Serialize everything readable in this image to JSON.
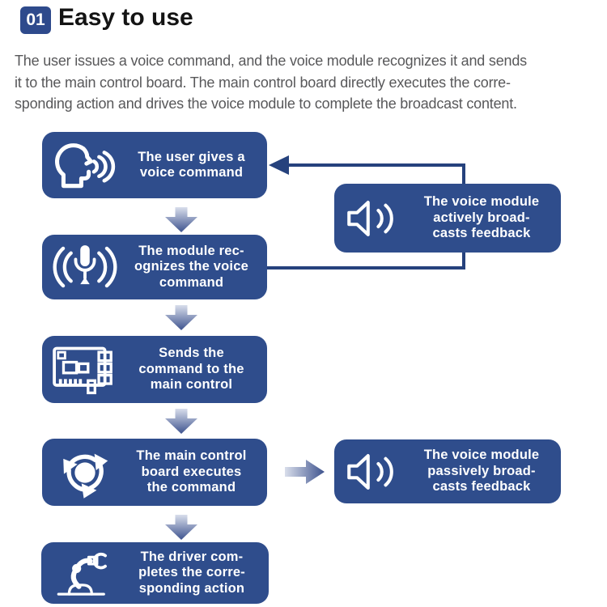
{
  "header": {
    "badge": "01",
    "title": "Easy to use"
  },
  "intro": {
    "lines": [
      "The user issues a voice command, and the voice module recognizes it and sends",
      "it to the main control board. The main control board directly executes the corre-",
      "sponding action and drives the voice module to complete the broadcast content."
    ]
  },
  "steps": [
    {
      "icon": "head-voice-icon",
      "lines": [
        "The user gives a",
        "voice command",
        ""
      ]
    },
    {
      "icon": "microphone-icon",
      "lines": [
        "The module rec-",
        "ognizes the voice",
        "command"
      ]
    },
    {
      "icon": "circuit-board-icon",
      "lines": [
        "Sends the",
        "command to the",
        "main control"
      ]
    },
    {
      "icon": "cycle-arrows-icon",
      "lines": [
        "The main control",
        "board executes",
        "the command"
      ]
    },
    {
      "icon": "robot-arm-icon",
      "lines": [
        "The driver com-",
        "pletes the corre-",
        "sponding action"
      ]
    }
  ],
  "feedback": [
    {
      "icon": "speaker-icon",
      "lines": [
        "The voice module",
        "actively broad-",
        "casts feedback"
      ]
    },
    {
      "icon": "speaker-icon",
      "lines": [
        "The voice module",
        "passively broad-",
        "casts feedback"
      ]
    }
  ],
  "colors": {
    "box_fill": "#2f4d8c",
    "connector": "#26427d",
    "badge": "#2e4a8c",
    "title_text": "#141414",
    "body_text": "#58585a",
    "box_text": "#ffffff",
    "arrow_gradient_start": "#d9deeb",
    "arrow_gradient_end": "#3e538e"
  }
}
